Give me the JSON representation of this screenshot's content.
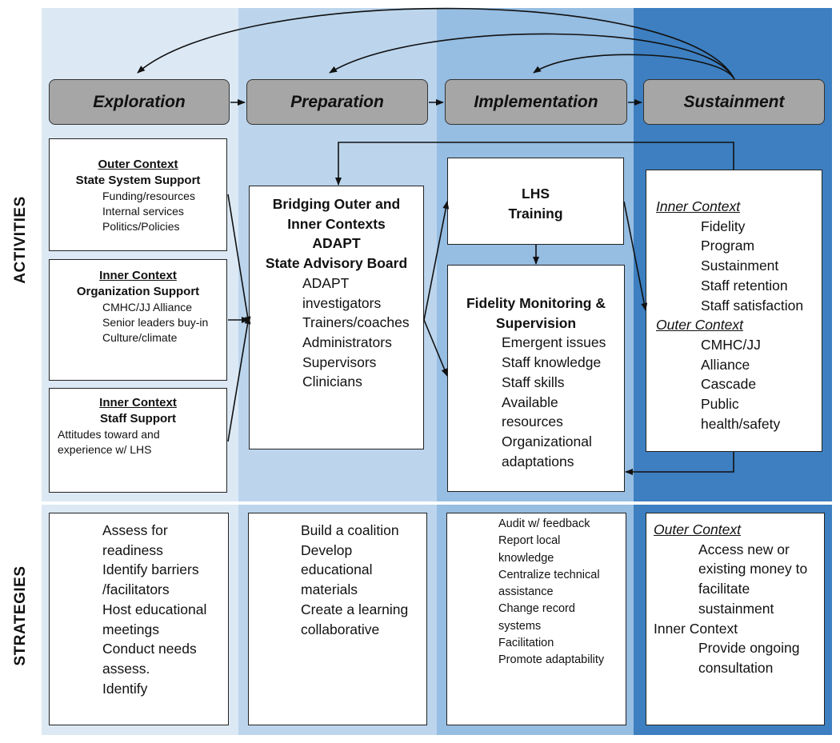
{
  "colors": {
    "column_exploration": "#dce9f5",
    "column_preparation": "#bcd5ed",
    "column_implementation": "#96bde2",
    "column_sustainment": "#3d7fc0",
    "phase_fill": "#a6a6a6"
  },
  "side_labels": {
    "activities": "ACTIVITIES",
    "strategies": "STRATEGIES"
  },
  "phases": [
    "Exploration",
    "Preparation",
    "Implementation",
    "Sustainment"
  ],
  "activities": {
    "exploration": [
      {
        "heading": "Outer Context",
        "subheading": "State System Support",
        "items": [
          "Funding/resources",
          "Internal services",
          "Politics/Policies"
        ]
      },
      {
        "heading": "Inner Context",
        "subheading": "Organization Support",
        "items": [
          "CMHC/JJ Alliance",
          "Senior leaders buy-in",
          "Culture/climate"
        ]
      },
      {
        "heading": "Inner Context",
        "subheading": "Staff Support",
        "items": [
          "Attitudes toward and",
          "experience w/ LHS"
        ]
      }
    ],
    "preparation": {
      "heading": [
        "Bridging Outer and",
        "Inner Contexts",
        "ADAPT",
        "State Advisory Board"
      ],
      "items": [
        "ADAPT",
        "investigators",
        "Trainers/coaches",
        "Administrators",
        "Supervisors",
        "Clinicians"
      ]
    },
    "implementation": {
      "training": [
        "LHS",
        "Training"
      ],
      "fidelity_heading": [
        "Fidelity Monitoring &",
        "Supervision"
      ],
      "fidelity_items": [
        "Emergent issues",
        "Staff knowledge",
        "Staff skills",
        "Available",
        "resources",
        "Organizational",
        "adaptations"
      ]
    },
    "sustainment": {
      "inner_heading": "Inner Context",
      "inner_items": [
        "Fidelity",
        "Program",
        "Sustainment",
        "Staff retention",
        "Staff satisfaction"
      ],
      "outer_heading": "Outer Context",
      "outer_items": [
        "CMHC/JJ",
        "Alliance",
        "Cascade",
        "Public",
        "health/safety"
      ]
    }
  },
  "strategies": {
    "exploration": [
      "Assess for",
      "readiness",
      "Identify barriers",
      "/facilitators",
      "Host educational",
      "meetings",
      "Conduct needs",
      "assess.",
      "Identify"
    ],
    "preparation": [
      "Build a coalition",
      "Develop",
      "educational",
      "materials",
      "Create a learning",
      "collaborative"
    ],
    "implementation": [
      "Audit w/ feedback",
      "Report local",
      "knowledge",
      "Centralize technical",
      "assistance",
      "Change record",
      "systems",
      "Facilitation",
      "Promote adaptability"
    ],
    "sustainment": {
      "outer_heading": "Outer Context",
      "outer_items": [
        "Access new or",
        "existing money to",
        "facilitate",
        "sustainment"
      ],
      "inner_heading": "Inner Context",
      "inner_items": [
        "Provide ongoing",
        "consultation"
      ]
    }
  }
}
